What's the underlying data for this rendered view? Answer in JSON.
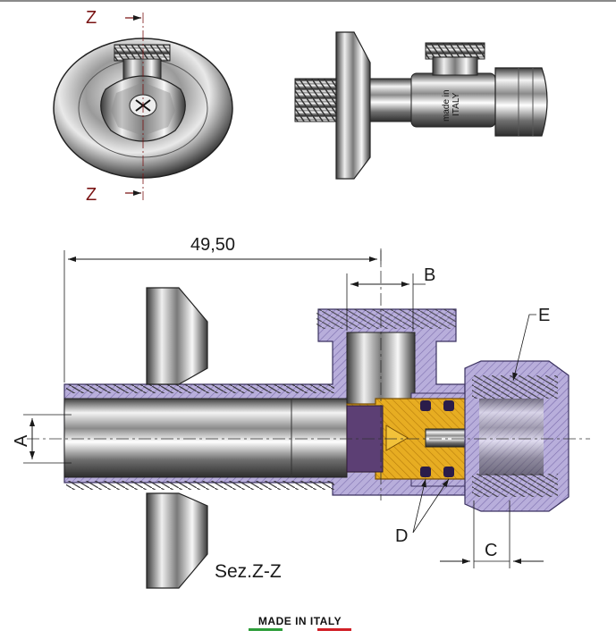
{
  "section_marks": {
    "top": "Z",
    "bottom": "Z"
  },
  "body_marking": {
    "line1": "made in",
    "line2": "ITALY"
  },
  "dimensions": {
    "length": "49,50",
    "a": "A",
    "b": "B",
    "c": "C"
  },
  "part_labels": {
    "d": "D",
    "e": "E"
  },
  "section_title": "Sez.Z-Z",
  "badge": {
    "text": "MADE IN ITALY",
    "colors": [
      "#2e9e3a",
      "#ffffff",
      "#d11f26"
    ]
  },
  "colors": {
    "section_mark": "#7a1414",
    "hatch_body": "#9a8cc0",
    "brass": "#e0a41c",
    "seal": "#3a2a6a"
  }
}
